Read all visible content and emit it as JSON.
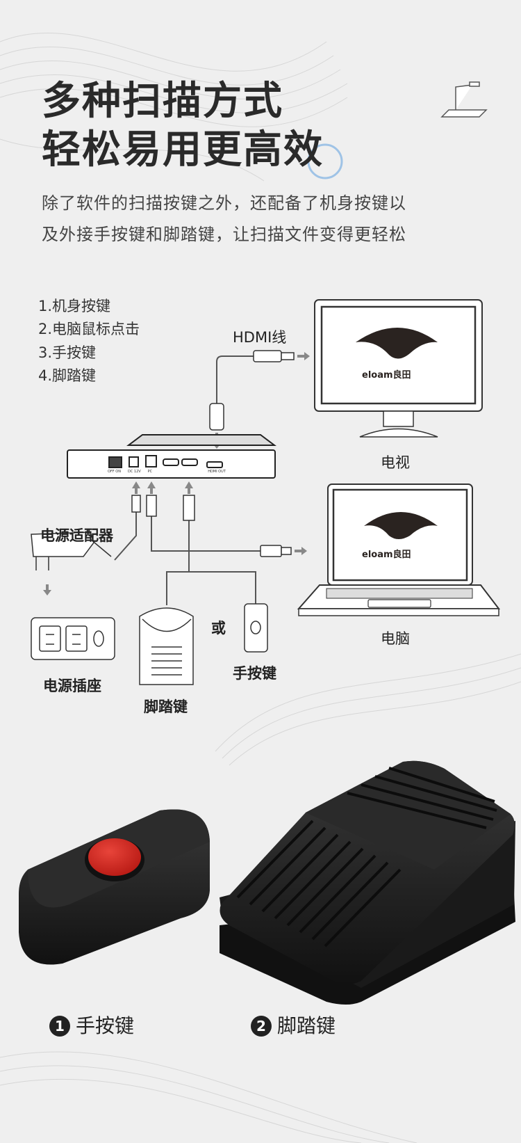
{
  "heading": {
    "line1": "多种扫描方式",
    "line2": "轻松易用更高效"
  },
  "subtitle": {
    "line1": "除了软件的扫描按键之外，还配备了机身按键以",
    "line2": "及外接手按键和脚踏键，让扫描文件变得更轻松"
  },
  "methods": [
    "1.机身按键",
    "2.电脑鼠标点击",
    "3.手按键",
    "4.脚踏键"
  ],
  "diagram": {
    "hdmi_cable": "HDMI线",
    "tv": "电视",
    "computer": "电脑",
    "power_adapter": "电源适配器",
    "power_socket": "电源插座",
    "foot_pedal": "脚踏键",
    "or": "或",
    "hand_button": "手按键",
    "brand_logo": "eloam良田",
    "ports": [
      "OFF ON",
      "DC 12V",
      "PC",
      "HDMI OUT"
    ]
  },
  "products": [
    {
      "number": "1",
      "label": "手按键"
    },
    {
      "number": "2",
      "label": "脚踏键"
    }
  ],
  "colors": {
    "background": "#efefef",
    "button_red": "#d8261f",
    "device_black": "#1c1c1c"
  }
}
